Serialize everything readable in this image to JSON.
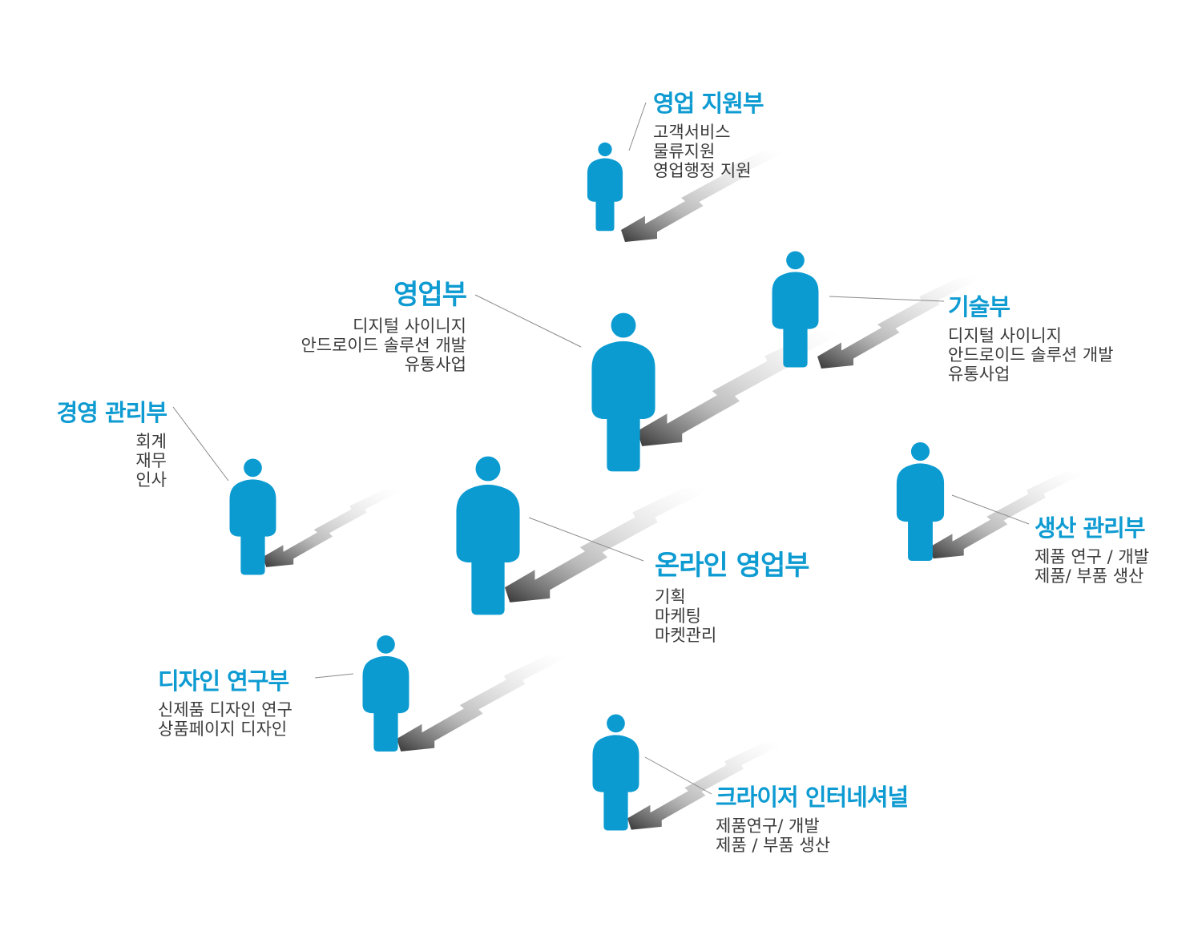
{
  "colors": {
    "figure": "#0b9bd1",
    "title": "#0e9bd2",
    "text": "#3a3a3a",
    "leader": "#8a8a8a"
  },
  "departments": [
    {
      "id": "sales-support",
      "title": "영업 지원부",
      "items": [
        "고객서비스",
        "물류지원",
        "영업행정 지원"
      ]
    },
    {
      "id": "sales",
      "title": "영업부",
      "items": [
        "디지털 사이니지",
        "안드로이드 솔루션 개발",
        "유통사업"
      ]
    },
    {
      "id": "tech",
      "title": "기술부",
      "items": [
        "디지털 사이니지",
        "안드로이드 솔루션 개발",
        "유통사업"
      ]
    },
    {
      "id": "management",
      "title": "경영 관리부",
      "items": [
        "회계",
        "재무",
        "인사"
      ]
    },
    {
      "id": "online-sales",
      "title": "온라인 영업부",
      "items": [
        "기획",
        "마케팅",
        "마켓관리"
      ]
    },
    {
      "id": "production",
      "title": "생산 관리부",
      "items": [
        "제품 연구 / 개발",
        "제품/ 부품 생산"
      ]
    },
    {
      "id": "design",
      "title": "디자인 연구부",
      "items": [
        "신제품 디자인 연구",
        "상품페이지 디자인"
      ]
    },
    {
      "id": "international",
      "title": "크라이저 인터네셔널",
      "items": [
        "제품연구/ 개발",
        "제품 / 부품 생산"
      ]
    }
  ]
}
